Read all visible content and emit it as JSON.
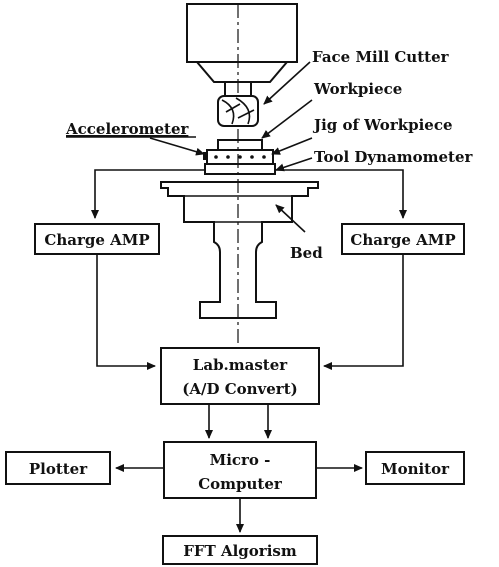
{
  "labels": {
    "face_mill_cutter": "Face Mill Cutter",
    "workpiece": "Workpiece",
    "jig_of_workpiece": "Jig of Workpiece",
    "accelerometer": "Accelerometer",
    "tool_dynamometer": "Tool Dynamometer",
    "bed": "Bed"
  },
  "boxes": {
    "charge_amp_left": "Charge AMP",
    "charge_amp_right": "Charge AMP",
    "labmaster_line1": "Lab.master",
    "labmaster_line2": "(A/D Convert)",
    "micro_line1": "Micro -",
    "micro_line2": "Computer",
    "plotter": "Plotter",
    "monitor": "Monitor",
    "fft": "FFT Algorism"
  }
}
